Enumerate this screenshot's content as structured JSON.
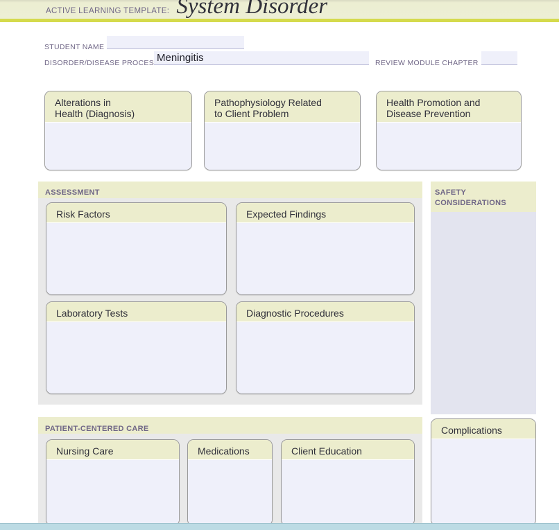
{
  "header": {
    "label": "ACTIVE LEARNING TEMPLATE:",
    "title": "System Disorder"
  },
  "form": {
    "student_name_label": "STUDENT NAME",
    "student_name_value": "",
    "disorder_label": "DISORDER/DISEASE PROCESS",
    "disorder_value": "Meningitis",
    "review_chapter_label": "REVIEW MODULE CHAPTER",
    "review_chapter_value": ""
  },
  "top_cards": [
    {
      "title": "Alterations in\nHealth (Diagnosis)",
      "value": ""
    },
    {
      "title": "Pathophysiology Related\nto Client Problem",
      "value": ""
    },
    {
      "title": "Health Promotion and\nDisease Prevention",
      "value": ""
    }
  ],
  "assessment": {
    "section_title": "ASSESSMENT",
    "cards": [
      {
        "title": "Risk Factors",
        "value": ""
      },
      {
        "title": "Expected Findings",
        "value": ""
      },
      {
        "title": "Laboratory Tests",
        "value": ""
      },
      {
        "title": "Diagnostic Procedures",
        "value": ""
      }
    ]
  },
  "patient_centered_care": {
    "section_title": "PATIENT-CENTERED CARE",
    "cards": [
      {
        "title": "Nursing Care",
        "value": ""
      },
      {
        "title": "Medications",
        "value": ""
      },
      {
        "title": "Client Education",
        "value": ""
      }
    ]
  },
  "safety": {
    "title": "SAFETY\nCONSIDERATIONS",
    "value": ""
  },
  "complications": {
    "title": "Complications",
    "value": ""
  },
  "colors": {
    "header_band": "#edefd4",
    "header_rule": "#d5da4c",
    "card_head": "#ecedcd",
    "card_body": "#eff0fa",
    "section_bg": "#e9e9e9",
    "safety_body": "#e3e4ef",
    "label_purple": "#6f6686",
    "bottom_strip": "#bcdbe4"
  }
}
